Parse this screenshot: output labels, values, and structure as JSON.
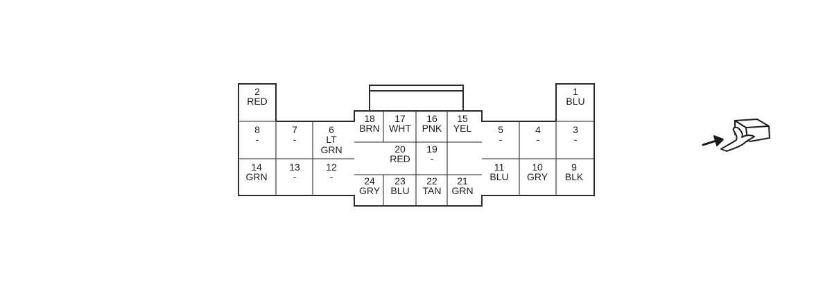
{
  "connector": {
    "pins": [
      {
        "num": "1",
        "wire": [
          "BLU"
        ]
      },
      {
        "num": "2",
        "wire": [
          "RED"
        ]
      },
      {
        "num": "3",
        "wire": [
          "-"
        ]
      },
      {
        "num": "4",
        "wire": [
          "-"
        ]
      },
      {
        "num": "5",
        "wire": [
          "-"
        ]
      },
      {
        "num": "6",
        "wire": [
          "LT",
          "GRN"
        ]
      },
      {
        "num": "7",
        "wire": [
          "-"
        ]
      },
      {
        "num": "8",
        "wire": [
          "-"
        ]
      },
      {
        "num": "9",
        "wire": [
          "BLK"
        ]
      },
      {
        "num": "10",
        "wire": [
          "GRY"
        ]
      },
      {
        "num": "11",
        "wire": [
          "BLU"
        ]
      },
      {
        "num": "12",
        "wire": [
          "-"
        ]
      },
      {
        "num": "13",
        "wire": [
          "-"
        ]
      },
      {
        "num": "14",
        "wire": [
          "GRN"
        ]
      },
      {
        "num": "15",
        "wire": [
          "YEL"
        ]
      },
      {
        "num": "16",
        "wire": [
          "PNK"
        ]
      },
      {
        "num": "17",
        "wire": [
          "WHT"
        ]
      },
      {
        "num": "18",
        "wire": [
          "BRN"
        ]
      },
      {
        "num": "19",
        "wire": [
          "-"
        ]
      },
      {
        "num": "20",
        "wire": [
          "RED"
        ]
      },
      {
        "num": "21",
        "wire": [
          "GRN"
        ]
      },
      {
        "num": "22",
        "wire": [
          "TAN"
        ]
      },
      {
        "num": "23",
        "wire": [
          "BLU"
        ]
      },
      {
        "num": "24",
        "wire": [
          "GRY"
        ]
      }
    ]
  },
  "icons": {
    "view_indicator": "hand-pointing-connector-icon"
  }
}
